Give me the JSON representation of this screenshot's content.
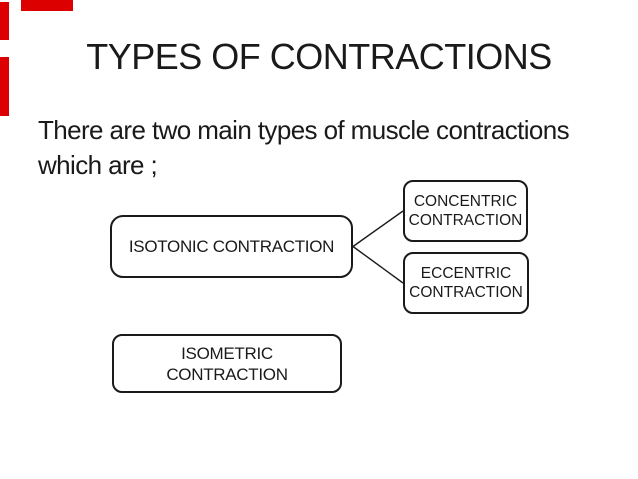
{
  "slide": {
    "title": "TYPES OF CONTRACTIONS",
    "body_lines": [
      "There are two main types of muscle contractions",
      "which are ;"
    ],
    "diagram": {
      "isotonic": {
        "label": "ISOTONIC CONTRACTION"
      },
      "concentric": {
        "lines": [
          "CONCENTRIC",
          "CONTRACTION"
        ]
      },
      "eccentric": {
        "lines": [
          "ECCENTRIC",
          "CONTRACTION"
        ]
      },
      "isometric": {
        "lines": [
          "ISOMETRIC",
          "CONTRACTION"
        ]
      }
    },
    "colors": {
      "accent_red": "#dd0000",
      "text": "#1a1a1a",
      "border": "#1a1a1a",
      "background": "#ffffff"
    }
  }
}
